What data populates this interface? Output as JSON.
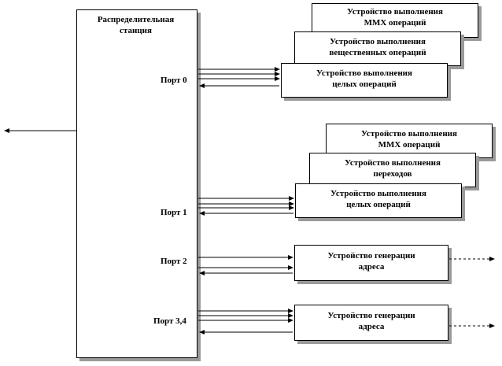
{
  "station": {
    "title_line1": "Распределительная",
    "title_line2": "станция"
  },
  "ports": {
    "p0": "Порт 0",
    "p1": "Порт 1",
    "p2": "Порт 2",
    "p34": "Порт 3,4"
  },
  "group0": {
    "mmx": {
      "line1": "Устройство выполнения",
      "line2": "MMX операций"
    },
    "float": {
      "line1": "Устройство выполнения",
      "line2": "вещественных   операций"
    },
    "int": {
      "line1": "Устройство выполнения",
      "line2": "целых  операций"
    }
  },
  "group1": {
    "mmx": {
      "line1": "Устройство выполнения",
      "line2": "MMX операций"
    },
    "branch": {
      "line1": "Устройство выполнения",
      "line2": "переходов"
    },
    "int": {
      "line1": "Устройство выполнения",
      "line2": "целых  операций"
    }
  },
  "agu2": {
    "line1": "Устройство генерации",
    "line2": "адреса"
  },
  "agu34": {
    "line1": "Устройство генерации",
    "line2": "адреса"
  }
}
